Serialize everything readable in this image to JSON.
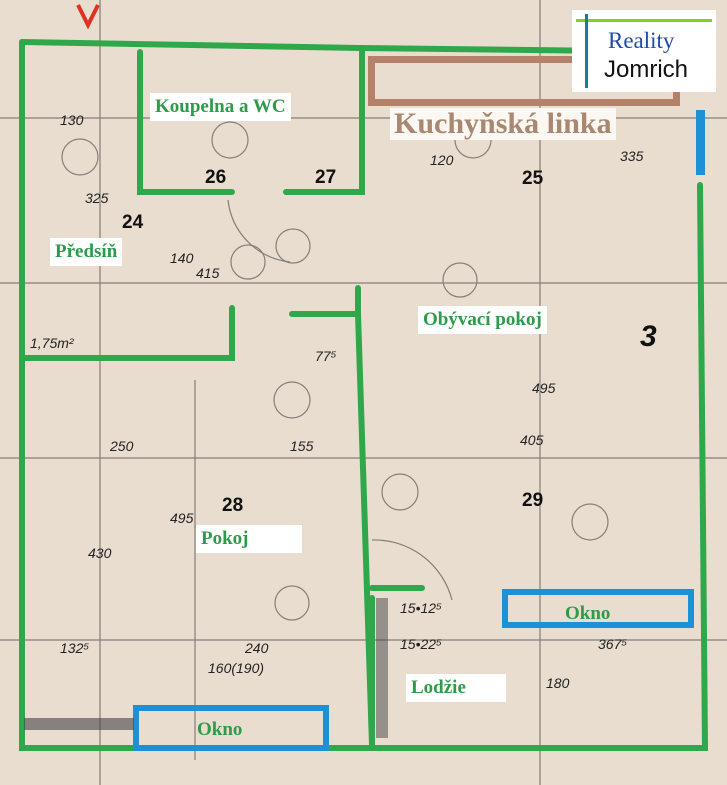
{
  "rooms": [
    {
      "number": "24",
      "label": "Předsíň"
    },
    {
      "number": "26",
      "label": "Koupelna a WC"
    },
    {
      "number": "27"
    },
    {
      "number": "25",
      "label": "Obývací pokoj"
    },
    {
      "number": "28",
      "label": "Pokoj"
    },
    {
      "number": "29"
    }
  ],
  "other_labels": {
    "kitchen": "Kuchyňská linka",
    "loggia": "Lodžie",
    "window1": "Okno",
    "window2": "Okno"
  },
  "logo": {
    "line1": "Reality",
    "line2": "Jomrich"
  },
  "dimensions": [
    "130",
    "325",
    "415",
    "140",
    "1,75m²",
    "250",
    "155",
    "405",
    "495",
    "495",
    "430",
    "335",
    "120",
    "77⁵",
    "240",
    "160(190)",
    "367⁵",
    "15•22⁵",
    "15•12⁵",
    "132⁵",
    "180",
    "3"
  ],
  "colors": {
    "walls": "#2ea84a",
    "windows": "#1e90d6",
    "kitchen": "#b4826a"
  }
}
